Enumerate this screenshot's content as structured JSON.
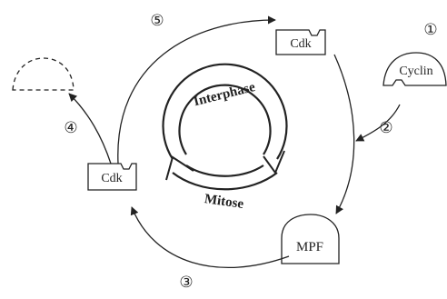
{
  "diagram": {
    "step_labels": [
      "①",
      "②",
      "③",
      "④",
      "⑤"
    ],
    "cdk_top": "Cdk",
    "cdk_left": "Cdk",
    "cyclin": "Cyclin",
    "mpf": "MPF",
    "interphase": "Interphase",
    "mitose": "Mitose"
  }
}
